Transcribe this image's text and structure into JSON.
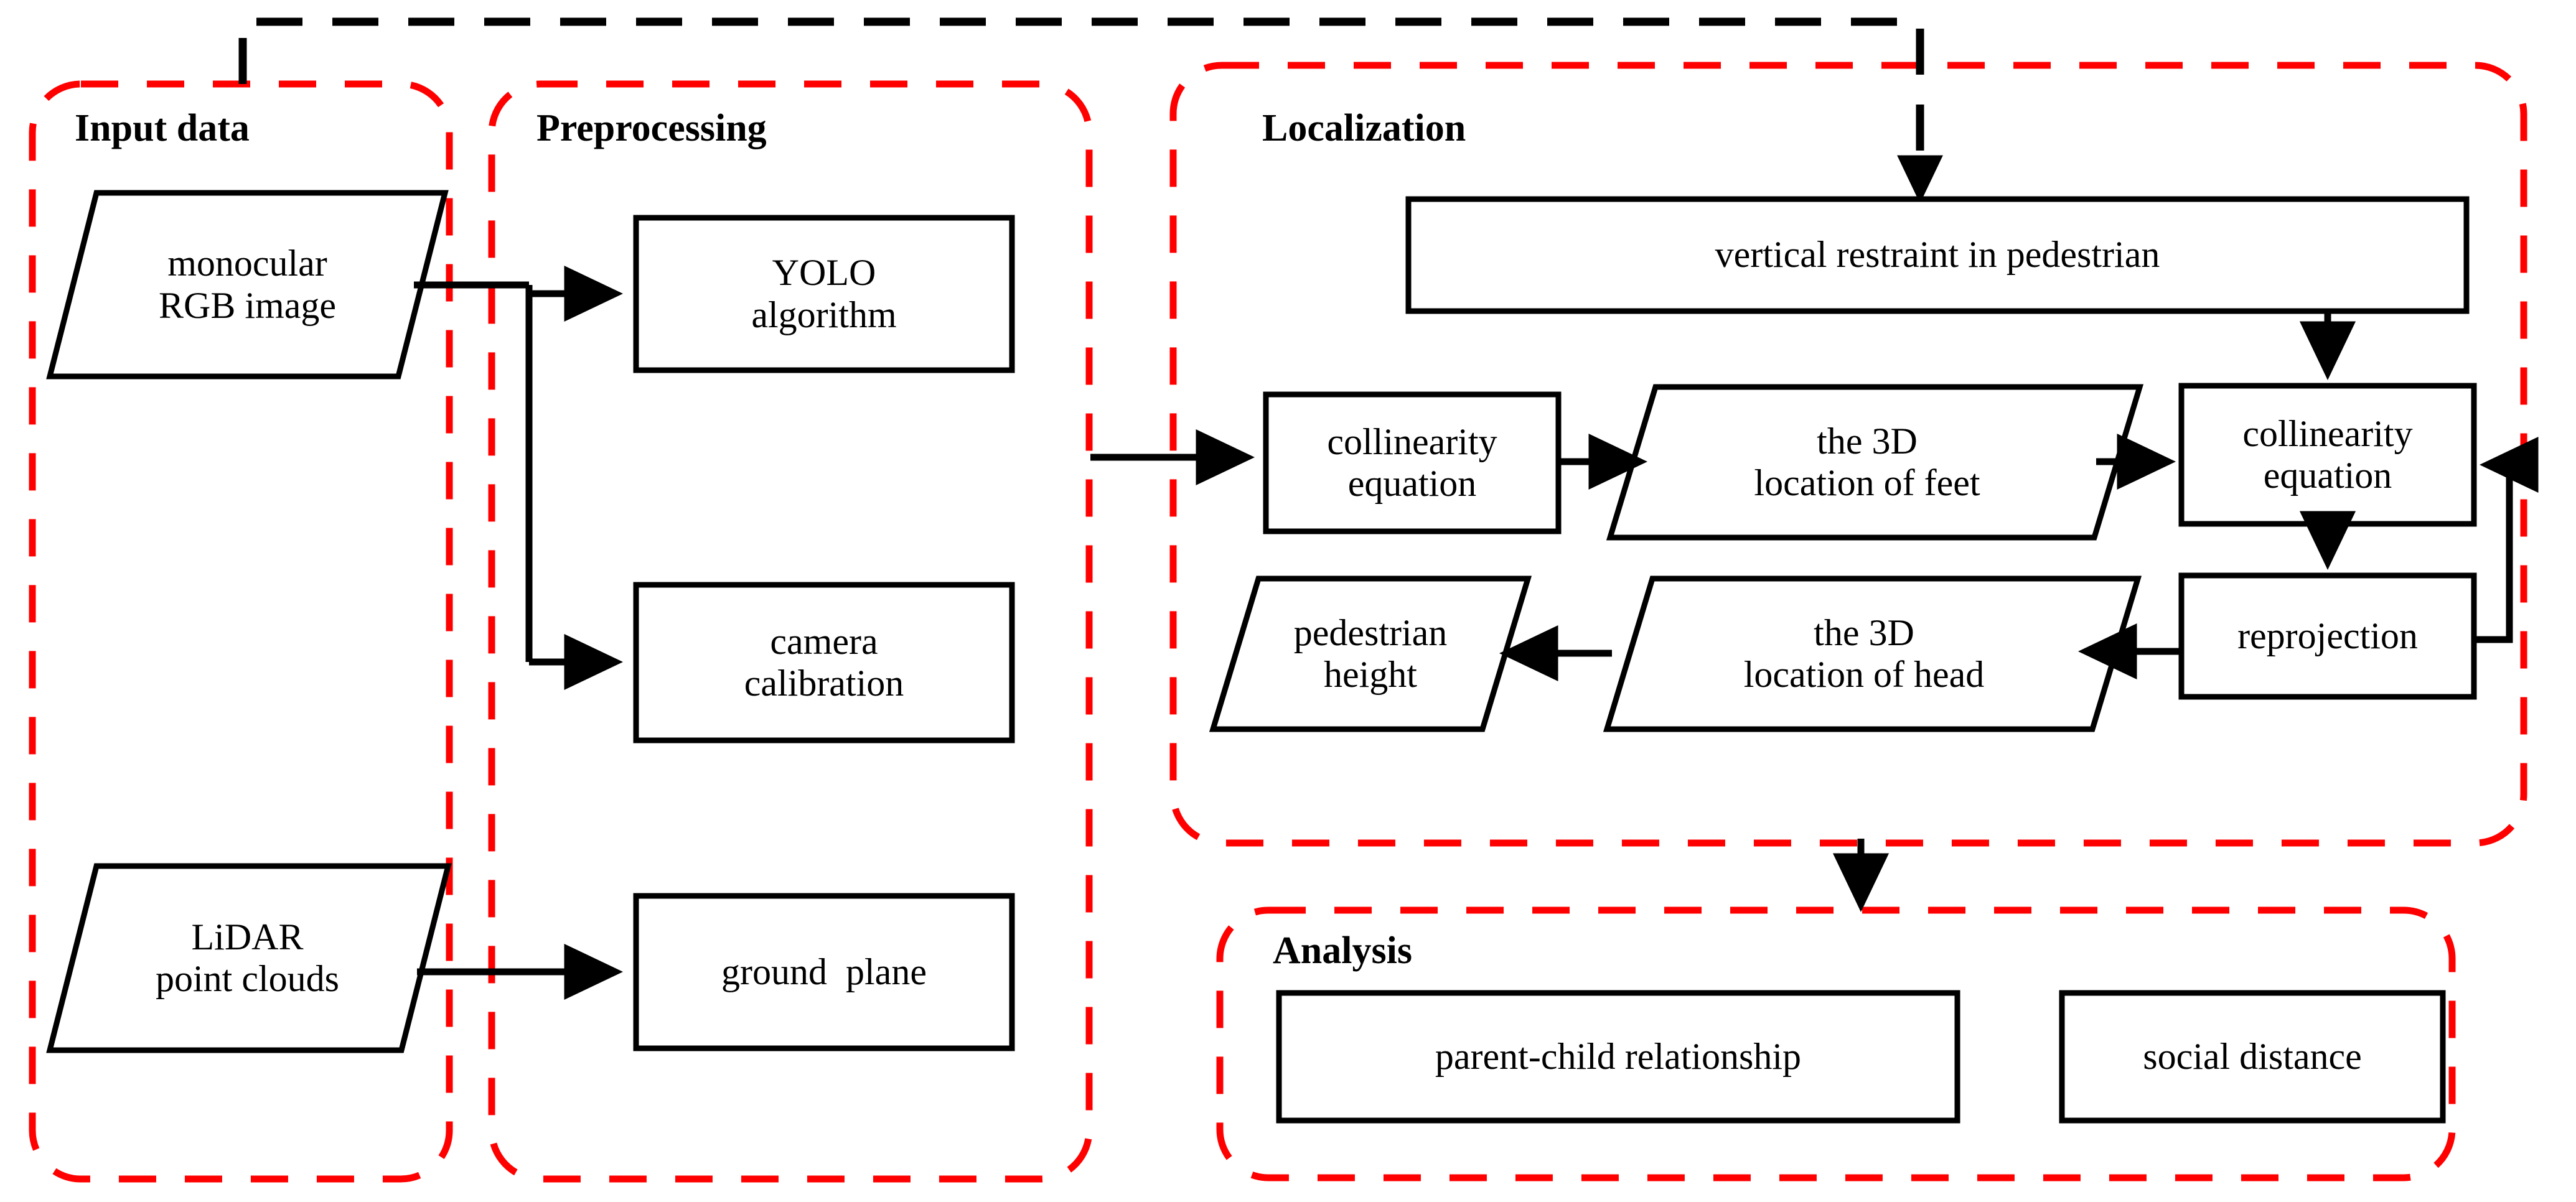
{
  "diagram": {
    "title_present": false,
    "colors": {
      "group_border": "#FF0000",
      "node_border": "#000000",
      "connector": "#000000",
      "background": "#FFFFFF"
    },
    "groups": [
      {
        "id": "input-data",
        "label": "Input data"
      },
      {
        "id": "preprocessing",
        "label": "Preprocessing"
      },
      {
        "id": "localization",
        "label": "Localization"
      },
      {
        "id": "analysis",
        "label": "Analysis"
      }
    ],
    "nodes": [
      {
        "id": "monocular-rgb-image",
        "shape": "parallelogram",
        "label": "monocular\nRGB image",
        "group": "input-data"
      },
      {
        "id": "lidar-point-clouds",
        "shape": "parallelogram",
        "label": "LiDAR\npoint clouds",
        "group": "input-data"
      },
      {
        "id": "yolo-algorithm",
        "shape": "rectangle",
        "label": "YOLO\nalgorithm",
        "group": "preprocessing"
      },
      {
        "id": "camera-calibration",
        "shape": "rectangle",
        "label": "camera\ncalibration",
        "group": "preprocessing"
      },
      {
        "id": "ground-plane",
        "shape": "rectangle",
        "label": "ground  plane",
        "group": "preprocessing"
      },
      {
        "id": "vertical-restraint-in-pedestrian",
        "shape": "rectangle",
        "label": "vertical restraint in pedestrian",
        "group": "localization"
      },
      {
        "id": "collinearity-equation-feet",
        "shape": "rectangle",
        "label": "collinearity\nequation",
        "group": "localization"
      },
      {
        "id": "the-3d-location-of-feet",
        "shape": "parallelogram",
        "label": "the 3D\nlocation of feet",
        "group": "localization"
      },
      {
        "id": "collinearity-equation-head",
        "shape": "rectangle",
        "label": "collinearity\nequation",
        "group": "localization"
      },
      {
        "id": "reprojection",
        "shape": "rectangle",
        "label": "reprojection",
        "group": "localization"
      },
      {
        "id": "the-3d-location-of-head",
        "shape": "parallelogram",
        "label": "the 3D\nlocation of head",
        "group": "localization"
      },
      {
        "id": "pedestrian-height",
        "shape": "parallelogram",
        "label": "pedestrian\nheight",
        "group": "localization"
      },
      {
        "id": "parent-child-relationship",
        "shape": "rectangle",
        "label": "parent-child relationship",
        "group": "analysis"
      },
      {
        "id": "social-distance",
        "shape": "rectangle",
        "label": "social distance",
        "group": "analysis"
      }
    ],
    "edges": [
      {
        "from": "monocular-rgb-image",
        "to": "yolo-algorithm",
        "style": "solid"
      },
      {
        "from": "monocular-rgb-image",
        "to": "camera-calibration",
        "style": "solid"
      },
      {
        "from": "lidar-point-clouds",
        "to": "ground-plane",
        "style": "solid"
      },
      {
        "from": "preprocessing",
        "to": "collinearity-equation-feet",
        "style": "solid"
      },
      {
        "from": "collinearity-equation-feet",
        "to": "the-3d-location-of-feet",
        "style": "solid"
      },
      {
        "from": "the-3d-location-of-feet",
        "to": "collinearity-equation-head",
        "style": "solid"
      },
      {
        "from": "vertical-restraint-in-pedestrian",
        "to": "collinearity-equation-head",
        "style": "solid"
      },
      {
        "from": "collinearity-equation-head",
        "to": "reprojection",
        "style": "solid"
      },
      {
        "from": "reprojection",
        "to": "collinearity-equation-head",
        "style": "solid-feedback-loop"
      },
      {
        "from": "reprojection",
        "to": "the-3d-location-of-head",
        "style": "solid"
      },
      {
        "from": "the-3d-location-of-head",
        "to": "pedestrian-height",
        "style": "solid"
      },
      {
        "from": "localization",
        "to": "analysis",
        "style": "solid"
      },
      {
        "from": "input-data",
        "to": "vertical-restraint-in-pedestrian",
        "style": "dashed"
      }
    ]
  }
}
